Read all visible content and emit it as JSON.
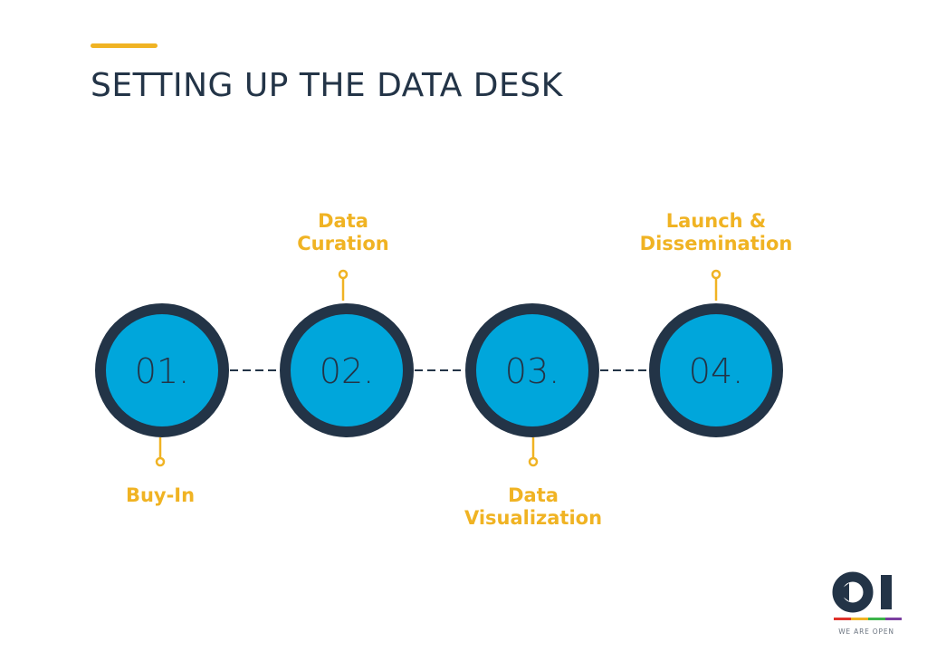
{
  "header": {
    "title": "SETTING UP THE DATA DESK"
  },
  "colors": {
    "accent": "#f0b323",
    "navy": "#233447",
    "circle_fill": "#00a6db",
    "number_text": "#233447"
  },
  "steps": [
    {
      "number": "01.",
      "label": "Buy-In",
      "label_position": "below"
    },
    {
      "number": "02.",
      "label": "Data\nCuration",
      "label_position": "above"
    },
    {
      "number": "03.",
      "label": "Data\nVisualization",
      "label_position": "below"
    },
    {
      "number": "04.",
      "label": "Launch &\nDissemination",
      "label_position": "above"
    }
  ],
  "brand": {
    "logo_icon": "oi-logo-icon",
    "caption": "WE ARE OPEN"
  }
}
